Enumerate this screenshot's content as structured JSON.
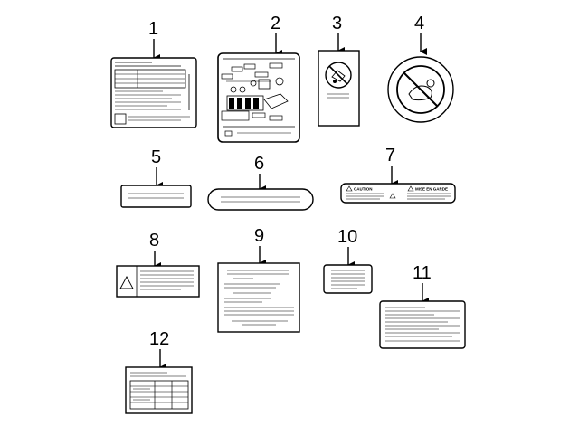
{
  "callouts": [
    "1",
    "2",
    "3",
    "4",
    "5",
    "6",
    "7",
    "8",
    "9",
    "10",
    "11",
    "12"
  ],
  "label7": {
    "left_text": "CAUTION",
    "right_text": "MISE EN GARDE"
  },
  "colors": {
    "line": "#000000",
    "fill": "#ffffff"
  }
}
